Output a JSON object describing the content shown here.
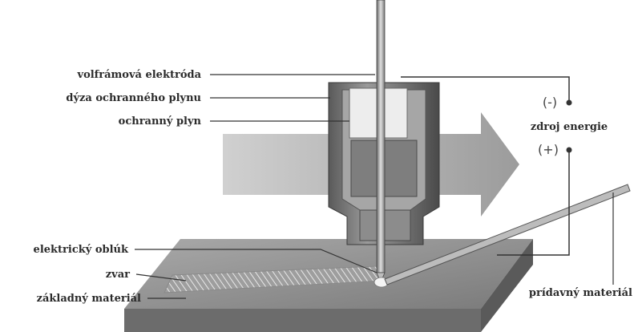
{
  "labels": {
    "tungsten_electrode": "volfrámová elektróda",
    "gas_nozzle": "dýza ochranného plynu",
    "shielding_gas": "ochranný plyn",
    "electric_arc": "elektrický oblúk",
    "weld": "zvar",
    "base_material": "základný materiál",
    "filler_material": "prídavný materiál",
    "power_source": "zdroj energie",
    "minus": "(-)",
    "plus": "(+)"
  },
  "colors": {
    "arrow": "#9a9a9a",
    "plate_top": "#8f8f8f",
    "plate_side": "#6c6c6c",
    "nozzle": "#7d7d7d",
    "leader": "#333333"
  }
}
